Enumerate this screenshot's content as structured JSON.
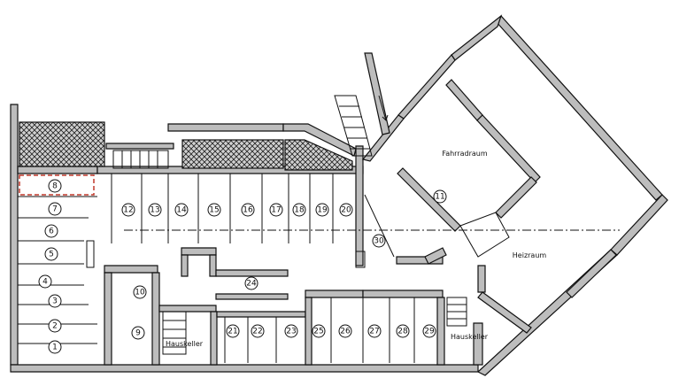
{
  "rooms": {
    "fahrradraum": "Fahrradraum",
    "heizraum": "Heizraum",
    "hauskeller_left": "Hauskeller",
    "hauskeller_right": "Hauskeller"
  },
  "spaces": [
    "1",
    "2",
    "3",
    "4",
    "5",
    "6",
    "7",
    "8",
    "9",
    "10",
    "11",
    "12",
    "13",
    "14",
    "15",
    "16",
    "17",
    "18",
    "19",
    "20",
    "21",
    "22",
    "23",
    "24",
    "25",
    "26",
    "27",
    "28",
    "29",
    "30"
  ],
  "highlighted_space": "8",
  "colors": {
    "highlight": "#c0392b",
    "wall": "#bdbdbd",
    "line": "#111111"
  }
}
